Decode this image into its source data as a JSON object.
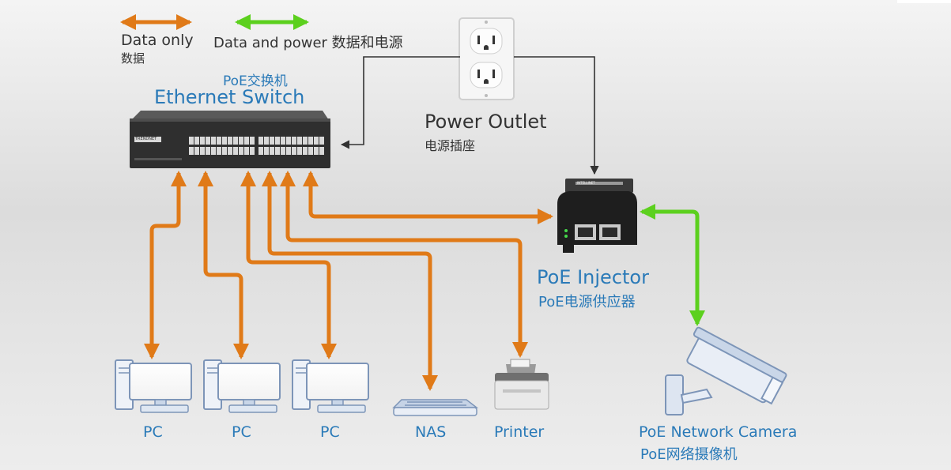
{
  "legend": {
    "data_only_en": "Data only",
    "data_only_cn": "数据",
    "data_power": "Data and power 数据和电源",
    "colors": {
      "data": "#e07a18",
      "power": "#5cd01e"
    }
  },
  "switch": {
    "title_cn": "PoE交换机",
    "title_en": "Ethernet Switch",
    "brand": "TRENDNET"
  },
  "outlet": {
    "title_en": "Power Outlet",
    "title_cn": "电源插座"
  },
  "injector": {
    "title_en": "PoE Injector",
    "title_cn": "PoE电源供应器",
    "brand": "INTELLINET"
  },
  "devices": [
    {
      "label": "PC"
    },
    {
      "label": "PC"
    },
    {
      "label": "PC"
    },
    {
      "label": "NAS"
    },
    {
      "label": "Printer"
    }
  ],
  "camera": {
    "title_en": "PoE Network Camera",
    "title_cn": "PoE网络摄像机"
  },
  "icons": [
    "switch-icon",
    "outlet-icon",
    "injector-icon",
    "pc-icon",
    "nas-icon",
    "printer-icon",
    "camera-icon"
  ]
}
